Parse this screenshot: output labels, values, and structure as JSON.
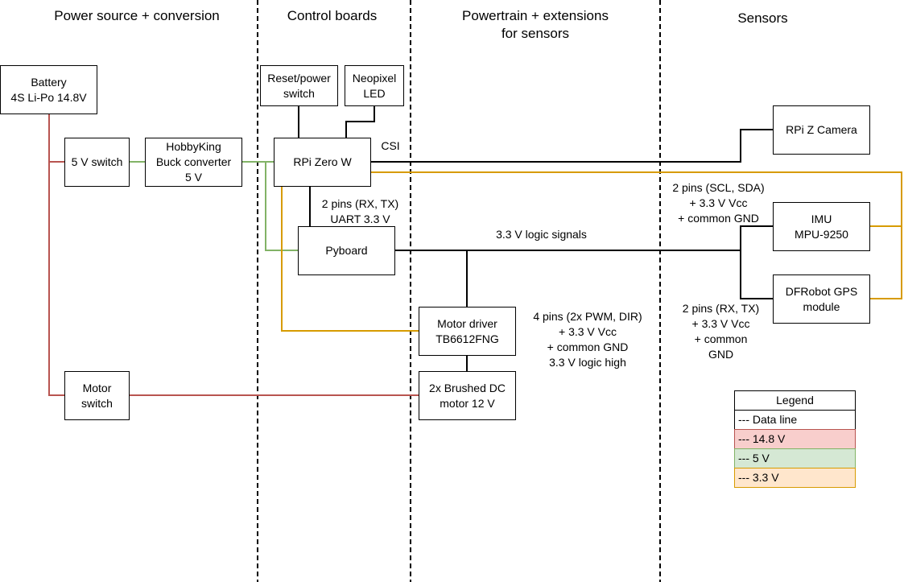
{
  "columns": {
    "power": "Power source + conversion",
    "control": "Control boards",
    "powertrain": "Powertrain + extensions\nfor sensors",
    "sensors": "Sensors"
  },
  "blocks": {
    "battery": "Battery\n4S Li-Po 14.8V",
    "switch_5v": "5 V switch",
    "buck": "HobbyKing\nBuck converter\n5 V",
    "motor_switch": "Motor\nswitch",
    "reset_switch": "Reset/power\nswitch",
    "neopixel": "Neopixel\nLED",
    "rpi": "RPi Zero W",
    "pyboard": "Pyboard",
    "motor_driver": "Motor driver\nTB6612FNG",
    "dc_motor": "2x Brushed DC\nmotor 12 V",
    "camera": "RPi Z Camera",
    "imu": "IMU\nMPU-9250",
    "gps": "DFRobot GPS\nmodule"
  },
  "annotations": {
    "csi": "CSI",
    "uart": "2 pins (RX, TX)\nUART 3.3 V",
    "logic": "3.3 V logic signals",
    "i2c": "2 pins (SCL, SDA)\n+ 3.3 V Vcc\n+ common GND",
    "motor_pins": "4 pins (2x PWM, DIR)\n+ 3.3 V Vcc\n+ common GND\n3.3 V logic high",
    "gps_pins": "2 pins (RX, TX)\n+ 3.3 V Vcc\n+ common\nGND"
  },
  "legend": {
    "title": "Legend",
    "items": [
      {
        "label": "--- Data line",
        "fill": "#ffffff",
        "border": "#000000"
      },
      {
        "label": "--- 14.8 V",
        "fill": "#f8cecc",
        "border": "#b85450"
      },
      {
        "label": "--- 5 V",
        "fill": "#d5e8d4",
        "border": "#82b366"
      },
      {
        "label": "--- 3.3 V",
        "fill": "#ffe6cc",
        "border": "#d79b00"
      }
    ]
  },
  "colors": {
    "data_line": "#000000",
    "line_14v8": "#b85450",
    "line_5v": "#82b366",
    "line_3v3": "#d79b00"
  }
}
